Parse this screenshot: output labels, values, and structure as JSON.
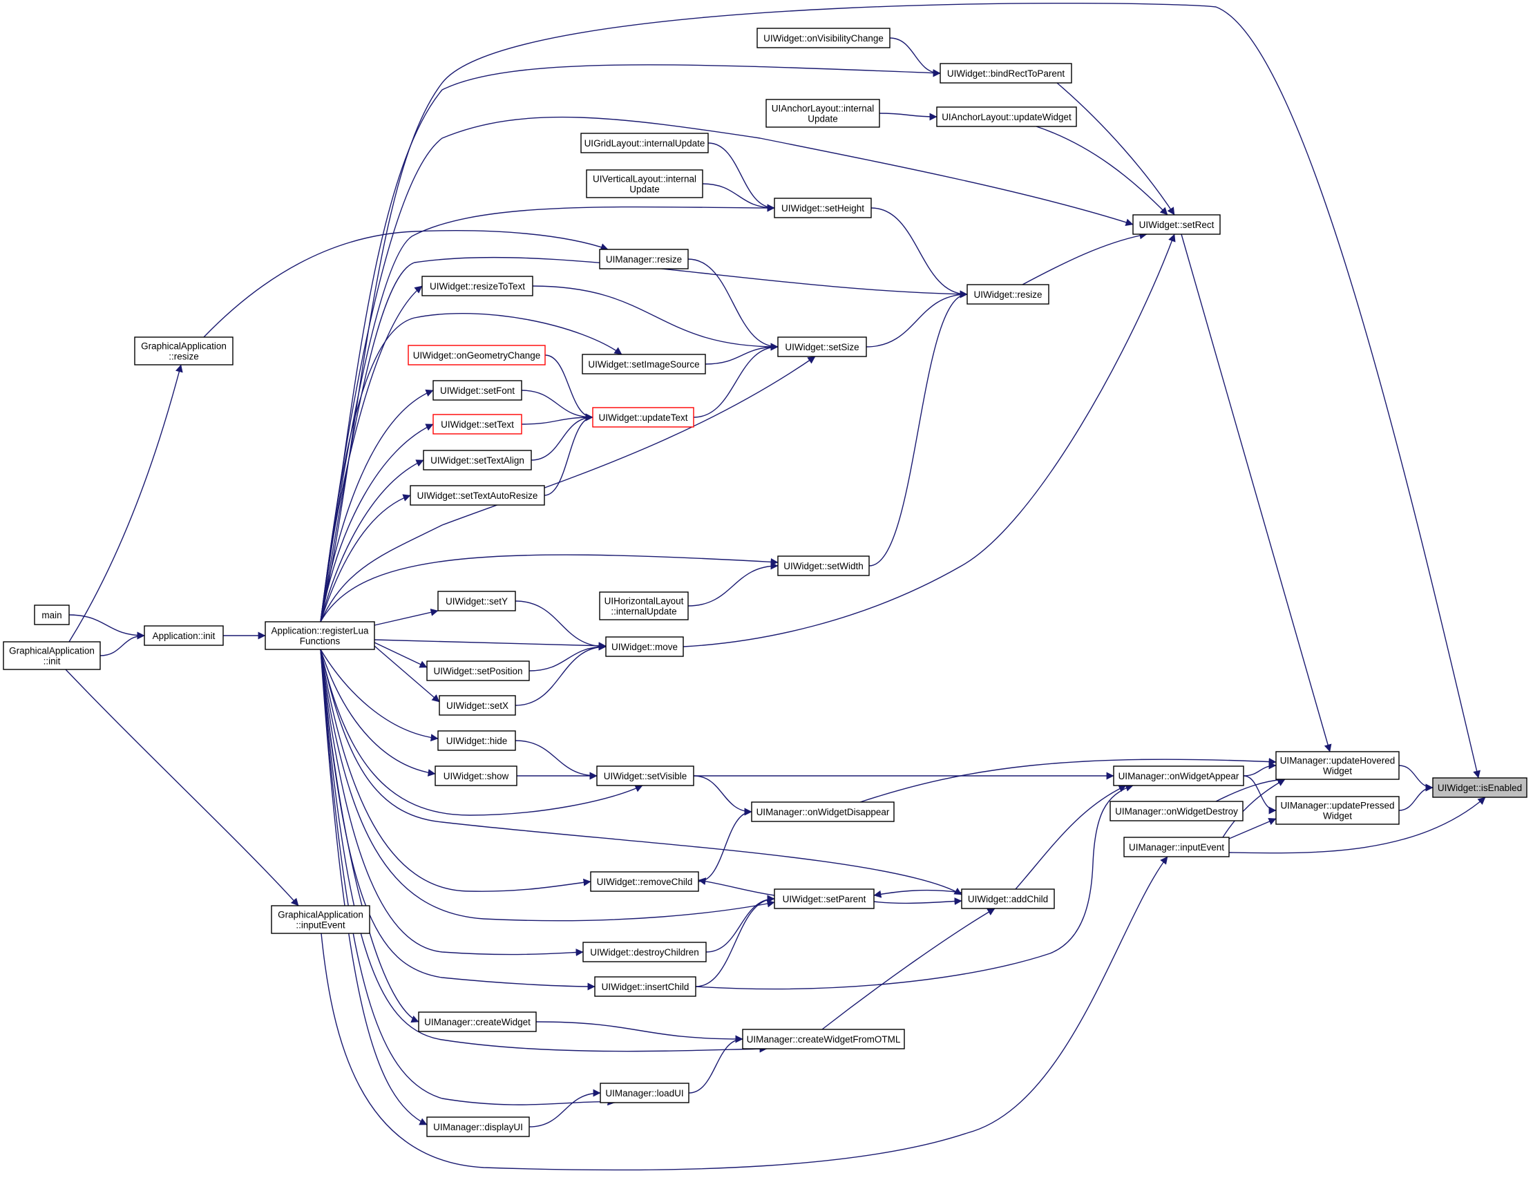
{
  "nodes": [
    {
      "id": "isEnabled",
      "lines": [
        "UIWidget::isEnabled"
      ],
      "style": "highlight"
    },
    {
      "id": "updateHovered",
      "lines": [
        "UIManager::updateHovered",
        "Widget"
      ]
    },
    {
      "id": "updatePressed",
      "lines": [
        "UIManager::updatePressed",
        "Widget"
      ]
    },
    {
      "id": "uim_inputEvent",
      "lines": [
        "UIManager::inputEvent"
      ]
    },
    {
      "id": "onWidgetAppear",
      "lines": [
        "UIManager::onWidgetAppear"
      ]
    },
    {
      "id": "onWidgetDestroy",
      "lines": [
        "UIManager::onWidgetDestroy"
      ]
    },
    {
      "id": "onWidgetDisappear",
      "lines": [
        "UIManager::onWidgetDisappear"
      ]
    },
    {
      "id": "setRect",
      "lines": [
        "UIWidget::setRect"
      ]
    },
    {
      "id": "bindRectToParent",
      "lines": [
        "UIWidget::bindRectToParent"
      ]
    },
    {
      "id": "onVisibilityChange",
      "lines": [
        "UIWidget::onVisibilityChange"
      ]
    },
    {
      "id": "anchorUpdateWidget",
      "lines": [
        "UIAnchorLayout::updateWidget"
      ]
    },
    {
      "id": "anchorInternalUpdate",
      "lines": [
        "UIAnchorLayout::internal",
        "Update"
      ]
    },
    {
      "id": "gridInternalUpdate",
      "lines": [
        "UIGridLayout::internalUpdate"
      ]
    },
    {
      "id": "verticalInternalUpdate",
      "lines": [
        "UIVerticalLayout::internal",
        "Update"
      ]
    },
    {
      "id": "setHeight",
      "lines": [
        "UIWidget::setHeight"
      ]
    },
    {
      "id": "uim_resize",
      "lines": [
        "UIManager::resize"
      ]
    },
    {
      "id": "uiw_resize",
      "lines": [
        "UIWidget::resize"
      ]
    },
    {
      "id": "resizeToText",
      "lines": [
        "UIWidget::resizeToText"
      ]
    },
    {
      "id": "setSize",
      "lines": [
        "UIWidget::setSize"
      ]
    },
    {
      "id": "onGeometryChange",
      "lines": [
        "UIWidget::onGeometryChange"
      ],
      "style": "red"
    },
    {
      "id": "setImageSource",
      "lines": [
        "UIWidget::setImageSource"
      ]
    },
    {
      "id": "setFont",
      "lines": [
        "UIWidget::setFont"
      ]
    },
    {
      "id": "setText",
      "lines": [
        "UIWidget::setText"
      ],
      "style": "red"
    },
    {
      "id": "updateText",
      "lines": [
        "UIWidget::updateText"
      ],
      "style": "red"
    },
    {
      "id": "setTextAlign",
      "lines": [
        "UIWidget::setTextAlign"
      ]
    },
    {
      "id": "setTextAutoResize",
      "lines": [
        "UIWidget::setTextAutoResize"
      ]
    },
    {
      "id": "setWidth",
      "lines": [
        "UIWidget::setWidth"
      ]
    },
    {
      "id": "horizontalInternalUpdate",
      "lines": [
        "UIHorizontalLayout",
        "::internalUpdate"
      ]
    },
    {
      "id": "setY",
      "lines": [
        "UIWidget::setY"
      ]
    },
    {
      "id": "move",
      "lines": [
        "UIWidget::move"
      ]
    },
    {
      "id": "setPosition",
      "lines": [
        "UIWidget::setPosition"
      ]
    },
    {
      "id": "setX",
      "lines": [
        "UIWidget::setX"
      ]
    },
    {
      "id": "hide",
      "lines": [
        "UIWidget::hide"
      ]
    },
    {
      "id": "show",
      "lines": [
        "UIWidget::show"
      ]
    },
    {
      "id": "setVisible",
      "lines": [
        "UIWidget::setVisible"
      ]
    },
    {
      "id": "removeChild",
      "lines": [
        "UIWidget::removeChild"
      ]
    },
    {
      "id": "setParent",
      "lines": [
        "UIWidget::setParent"
      ]
    },
    {
      "id": "addChild",
      "lines": [
        "UIWidget::addChild"
      ]
    },
    {
      "id": "destroyChildren",
      "lines": [
        "UIWidget::destroyChildren"
      ]
    },
    {
      "id": "insertChild",
      "lines": [
        "UIWidget::insertChild"
      ]
    },
    {
      "id": "createWidget",
      "lines": [
        "UIManager::createWidget"
      ]
    },
    {
      "id": "createWidgetFromOTML",
      "lines": [
        "UIManager::createWidgetFromOTML"
      ]
    },
    {
      "id": "loadUI",
      "lines": [
        "UIManager::loadUI"
      ]
    },
    {
      "id": "displayUI",
      "lines": [
        "UIManager::displayUI"
      ]
    },
    {
      "id": "registerLua",
      "lines": [
        "Application::registerLua",
        "Functions"
      ]
    },
    {
      "id": "appInit",
      "lines": [
        "Application::init"
      ]
    },
    {
      "id": "main",
      "lines": [
        "main"
      ]
    },
    {
      "id": "gaInit",
      "lines": [
        "GraphicalApplication",
        "::init"
      ]
    },
    {
      "id": "gaResize",
      "lines": [
        "GraphicalApplication",
        "::resize"
      ]
    },
    {
      "id": "gaInputEvent",
      "lines": [
        "GraphicalApplication",
        "::inputEvent"
      ]
    }
  ],
  "edges": [
    [
      "updateHovered",
      "isEnabled"
    ],
    [
      "updatePressed",
      "isEnabled"
    ],
    [
      "uim_inputEvent",
      "isEnabled"
    ],
    [
      "registerLua",
      "isEnabled"
    ],
    [
      "setRect",
      "updateHovered"
    ],
    [
      "onWidgetAppear",
      "updateHovered"
    ],
    [
      "onWidgetDestroy",
      "updateHovered"
    ],
    [
      "onWidgetDisappear",
      "updateHovered"
    ],
    [
      "uim_inputEvent",
      "updateHovered"
    ],
    [
      "onWidgetAppear",
      "updatePressed"
    ],
    [
      "uim_inputEvent",
      "updatePressed"
    ],
    [
      "gaInputEvent",
      "uim_inputEvent"
    ],
    [
      "setVisible",
      "onWidgetAppear"
    ],
    [
      "addChild",
      "onWidgetAppear"
    ],
    [
      "insertChild",
      "onWidgetAppear"
    ],
    [
      "setVisible",
      "onWidgetDisappear"
    ],
    [
      "removeChild",
      "onWidgetDisappear"
    ],
    [
      "bindRectToParent",
      "setRect"
    ],
    [
      "anchorUpdateWidget",
      "setRect"
    ],
    [
      "uiw_resize",
      "setRect"
    ],
    [
      "move",
      "setRect"
    ],
    [
      "registerLua",
      "setRect"
    ],
    [
      "onVisibilityChange",
      "bindRectToParent"
    ],
    [
      "registerLua",
      "bindRectToParent"
    ],
    [
      "anchorInternalUpdate",
      "anchorUpdateWidget"
    ],
    [
      "setHeight",
      "uiw_resize"
    ],
    [
      "setSize",
      "uiw_resize"
    ],
    [
      "setWidth",
      "uiw_resize"
    ],
    [
      "registerLua",
      "uiw_resize"
    ],
    [
      "gridInternalUpdate",
      "setHeight"
    ],
    [
      "verticalInternalUpdate",
      "setHeight"
    ],
    [
      "registerLua",
      "setHeight"
    ],
    [
      "uim_resize",
      "setSize"
    ],
    [
      "resizeToText",
      "setSize"
    ],
    [
      "setImageSource",
      "setSize"
    ],
    [
      "updateText",
      "setSize"
    ],
    [
      "registerLua",
      "setSize"
    ],
    [
      "gaResize",
      "uim_resize"
    ],
    [
      "onGeometryChange",
      "updateText"
    ],
    [
      "setFont",
      "updateText"
    ],
    [
      "setText",
      "updateText"
    ],
    [
      "setTextAlign",
      "updateText"
    ],
    [
      "setTextAutoResize",
      "updateText"
    ],
    [
      "registerLua",
      "resizeToText"
    ],
    [
      "registerLua",
      "setImageSource"
    ],
    [
      "registerLua",
      "setFont"
    ],
    [
      "registerLua",
      "setText"
    ],
    [
      "registerLua",
      "setTextAlign"
    ],
    [
      "registerLua",
      "setTextAutoResize"
    ],
    [
      "horizontalInternalUpdate",
      "setWidth"
    ],
    [
      "registerLua",
      "setWidth"
    ],
    [
      "setY",
      "move"
    ],
    [
      "setPosition",
      "move"
    ],
    [
      "setX",
      "move"
    ],
    [
      "registerLua",
      "move"
    ],
    [
      "registerLua",
      "setY"
    ],
    [
      "registerLua",
      "setPosition"
    ],
    [
      "registerLua",
      "setX"
    ],
    [
      "hide",
      "setVisible"
    ],
    [
      "show",
      "setVisible"
    ],
    [
      "registerLua",
      "setVisible"
    ],
    [
      "registerLua",
      "hide"
    ],
    [
      "registerLua",
      "show"
    ],
    [
      "setParent",
      "removeChild"
    ],
    [
      "registerLua",
      "removeChild"
    ],
    [
      "addChild",
      "setParent"
    ],
    [
      "destroyChildren",
      "setParent"
    ],
    [
      "insertChild",
      "setParent"
    ],
    [
      "registerLua",
      "setParent"
    ],
    [
      "setParent",
      "addChild"
    ],
    [
      "createWidgetFromOTML",
      "addChild"
    ],
    [
      "registerLua",
      "addChild"
    ],
    [
      "registerLua",
      "destroyChildren"
    ],
    [
      "registerLua",
      "insertChild"
    ],
    [
      "createWidget",
      "createWidgetFromOTML"
    ],
    [
      "loadUI",
      "createWidgetFromOTML"
    ],
    [
      "registerLua",
      "createWidgetFromOTML"
    ],
    [
      "registerLua",
      "createWidget"
    ],
    [
      "displayUI",
      "loadUI"
    ],
    [
      "registerLua",
      "loadUI"
    ],
    [
      "registerLua",
      "displayUI"
    ],
    [
      "appInit",
      "registerLua"
    ],
    [
      "main",
      "appInit"
    ],
    [
      "gaInit",
      "appInit"
    ],
    [
      "gaInit",
      "gaResize"
    ],
    [
      "gaInit",
      "gaInputEvent"
    ]
  ]
}
